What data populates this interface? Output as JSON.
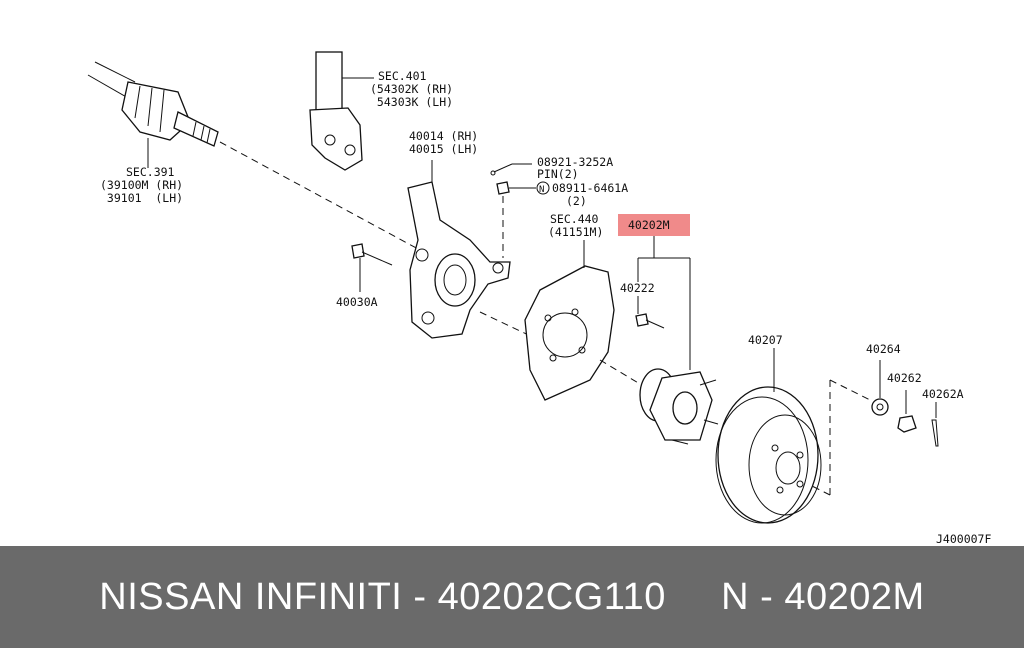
{
  "labels": {
    "sec391": [
      "SEC.391",
      "(39100M (RH)",
      " 39101  (LH)"
    ],
    "sec401": [
      "SEC.401",
      "(54302K (RH)",
      " 54303K (LH)"
    ],
    "knuckle": [
      "40014 (RH)",
      "40015 (LH)"
    ],
    "pin": [
      "08921-3252A",
      "PIN(2)"
    ],
    "nut_ref": [
      "08911-6461A",
      "(2)"
    ],
    "nut_ref_symbol": "N",
    "sec440": [
      "SEC.440",
      "(41151M)"
    ],
    "hub_highlight": "40202M",
    "bolt_40222": "40222",
    "bolt_40030a": "40030A",
    "rotor": "40207",
    "washer": "40264",
    "nut": "40262",
    "cotter_pin": "40262A",
    "diagram_code": "J400007F"
  },
  "colors": {
    "highlight": "#f08a8a",
    "banner_bg": "#6a6a6a",
    "banner_text": "#ffffff"
  },
  "banner": {
    "text": "NISSAN INFINITI - 40202CG110     N - 40202M"
  }
}
